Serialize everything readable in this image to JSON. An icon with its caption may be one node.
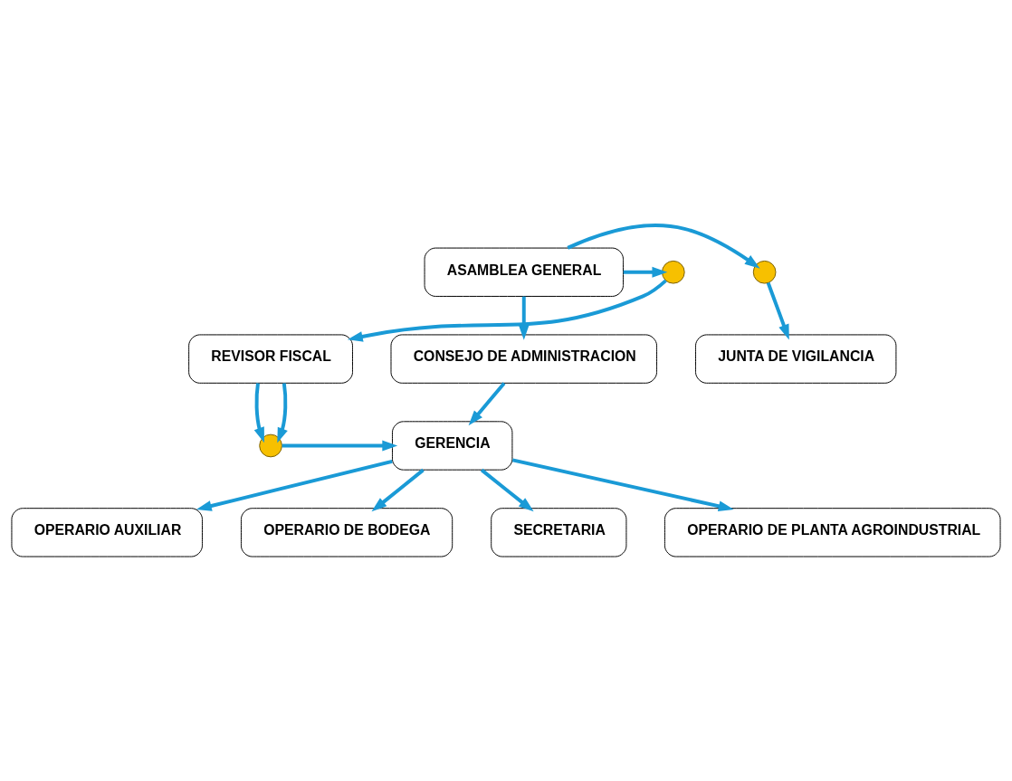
{
  "diagram": {
    "nodes": [
      {
        "text": [
          "ASAMBLEA GENERAL"
        ]
      },
      {
        "text": [],
        "shape": "circle"
      },
      {
        "text": [],
        "shape": "circle"
      },
      {
        "text": [
          "JUNTA DE VIGILANCIA"
        ]
      },
      {
        "text": [
          "CONSEJO DE ADMINISTRACION"
        ]
      },
      {
        "text": [
          "REVISOR FISCAL"
        ]
      },
      {
        "text": [
          "GERENCIA"
        ]
      },
      {
        "text": [],
        "shape": "circle"
      },
      {
        "text": [
          "OPERARIO AUXILIAR"
        ]
      },
      {
        "text": [
          "OPERARIO DE BODEGA"
        ]
      },
      {
        "text": [
          "SECRETARIA"
        ]
      },
      {
        "text": [
          "OPERARIO DE PLANTA AGROINDUSTRIAL"
        ]
      }
    ],
    "edges": [
      {
        "from": 0,
        "to": 1,
        "arrow": "to"
      },
      {
        "from": 0,
        "to": 2,
        "arrow": "to"
      },
      {
        "from": 1,
        "to": 3,
        "arrow": "to"
      },
      {
        "from": 0,
        "to": 4,
        "arrow": "to"
      },
      {
        "from": 2,
        "to": 5,
        "arrow": "to"
      },
      {
        "from": 4,
        "to": 6,
        "arrow": "to"
      },
      {
        "from": 5,
        "to": 7,
        "arrow": "to"
      },
      {
        "from": 5,
        "to": 7,
        "arrow": "to"
      },
      {
        "from": 7,
        "to": 6,
        "arrow": "to"
      },
      {
        "from": 6,
        "to": 8,
        "arrow": "to"
      },
      {
        "from": 6,
        "to": 9,
        "arrow": "to"
      },
      {
        "from": 6,
        "to": 10,
        "arrow": "to"
      },
      {
        "from": 6,
        "to": 11,
        "arrow": "to"
      }
    ]
  }
}
